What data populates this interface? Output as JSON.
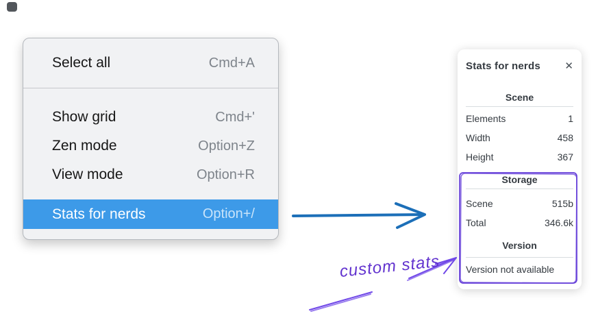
{
  "context_menu": {
    "items": [
      {
        "label": "Select all",
        "shortcut": "Cmd+A"
      },
      {
        "label": "Show grid",
        "shortcut": "Cmd+'"
      },
      {
        "label": "Zen mode",
        "shortcut": "Option+Z"
      },
      {
        "label": "View mode",
        "shortcut": "Option+R"
      },
      {
        "label": "Stats for nerds",
        "shortcut": "Option+/"
      }
    ],
    "highlighted_item": "Stats for nerds",
    "highlight_color": "#3d9ae8"
  },
  "stats_panel": {
    "title": "Stats for nerds",
    "close_icon": "✕",
    "scene_section": {
      "heading": "Scene",
      "rows": [
        {
          "label": "Elements",
          "value": "1"
        },
        {
          "label": "Width",
          "value": "458"
        },
        {
          "label": "Height",
          "value": "367"
        }
      ]
    },
    "storage_section": {
      "heading": "Storage",
      "rows": [
        {
          "label": "Scene",
          "value": "515b"
        },
        {
          "label": "Total",
          "value": "346.6k"
        }
      ]
    },
    "version_section": {
      "heading": "Version",
      "message": "Version not available"
    }
  },
  "annotations": {
    "custom_stats_label": "custom stats",
    "purple_color": "#6741d9",
    "blue_arrow_color": "#1c6fb8"
  }
}
